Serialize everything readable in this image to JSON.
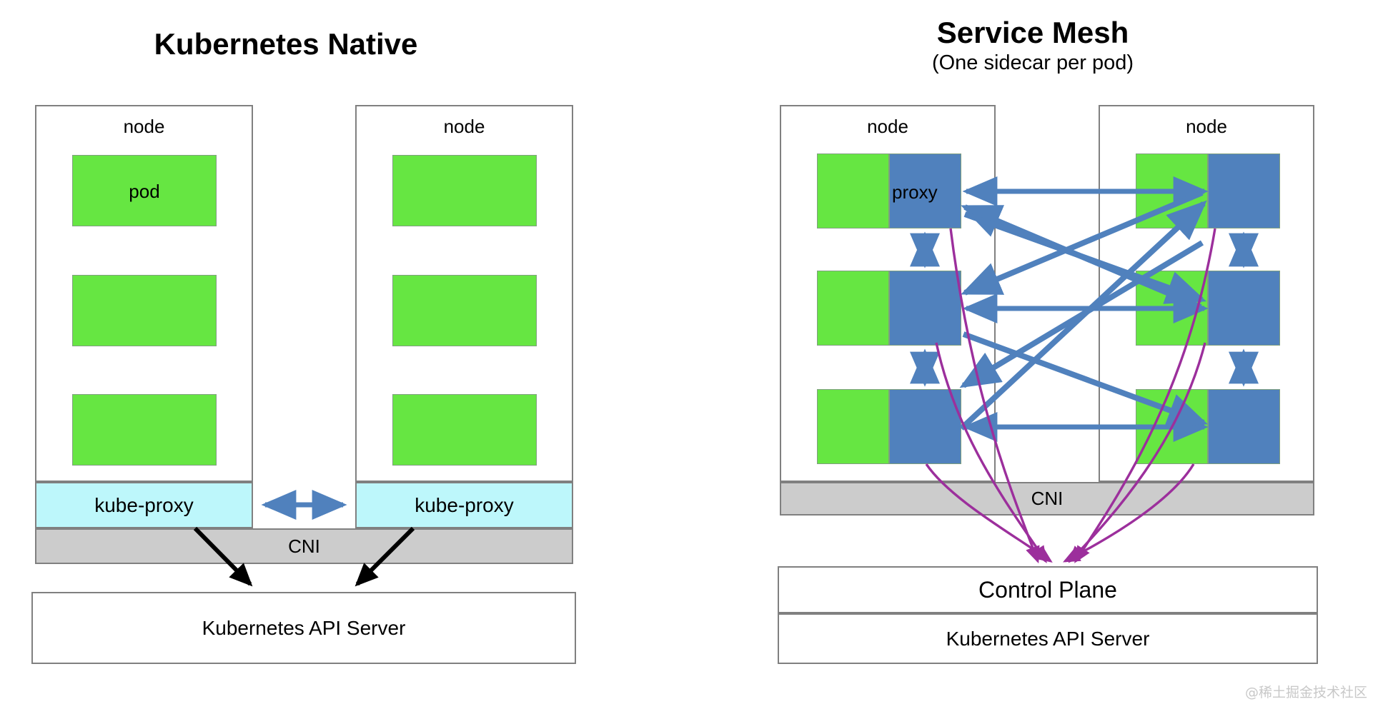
{
  "left_panel": {
    "title": "Kubernetes Native",
    "nodes": [
      {
        "label": "node",
        "pods": [
          {
            "label": "pod"
          },
          {
            "label": ""
          },
          {
            "label": ""
          }
        ],
        "kube_proxy_label": "kube-proxy"
      },
      {
        "label": "node",
        "pods": [
          {
            "label": ""
          },
          {
            "label": ""
          },
          {
            "label": ""
          }
        ],
        "kube_proxy_label": "kube-proxy"
      }
    ],
    "cni_label": "CNI",
    "api_server_label": "Kubernetes API Server"
  },
  "right_panel": {
    "title": "Service Mesh",
    "subtitle": "(One sidecar per pod)",
    "nodes": [
      {
        "label": "node",
        "pods": [
          {
            "app_label": "",
            "sidecar_label": "proxy"
          },
          {
            "app_label": "",
            "sidecar_label": ""
          },
          {
            "app_label": "",
            "sidecar_label": ""
          }
        ]
      },
      {
        "label": "node",
        "pods": [
          {
            "app_label": "",
            "sidecar_label": ""
          },
          {
            "app_label": "",
            "sidecar_label": ""
          },
          {
            "app_label": "",
            "sidecar_label": ""
          }
        ]
      }
    ],
    "cni_label": "CNI",
    "control_plane_label": "Control Plane",
    "api_server_label": "Kubernetes API Server"
  },
  "watermark": "@稀土掘金技术社区",
  "colors": {
    "pod_green": "#66e642",
    "sidecar_blue": "#5081bd",
    "kube_proxy_cyan": "#bdf7fb",
    "cni_gray": "#cccccc",
    "box_border": "#808080",
    "mesh_arrow": "#5081bd",
    "control_plane_arrow": "#9c2f9c",
    "api_arrow": "#000000"
  }
}
